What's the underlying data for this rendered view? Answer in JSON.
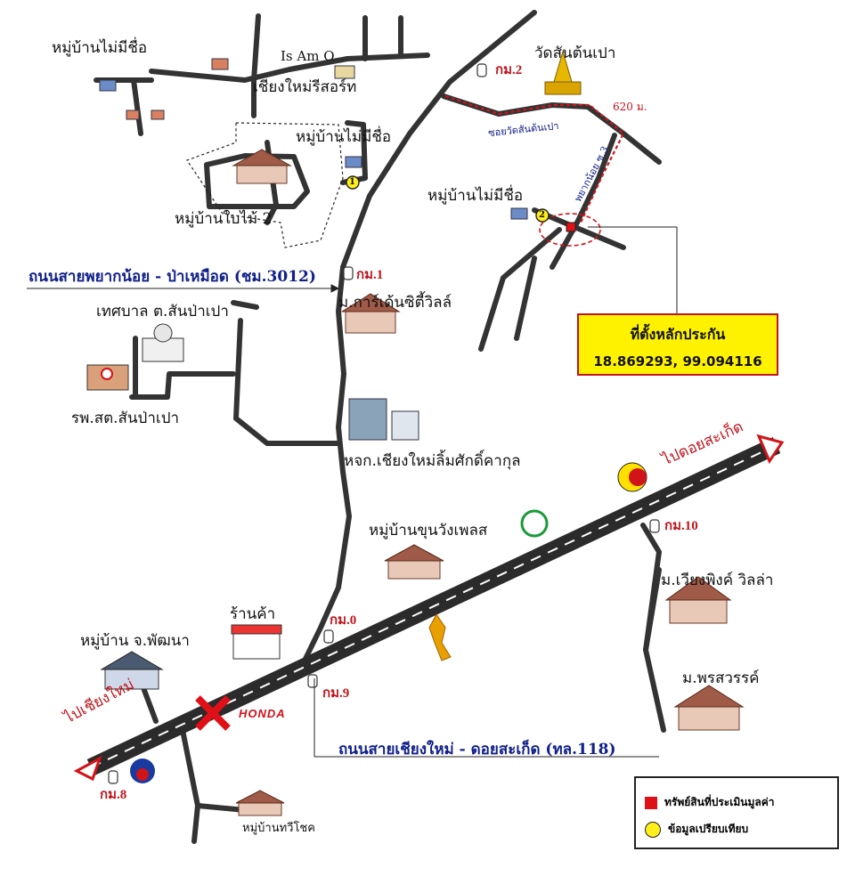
{
  "places": {
    "village_noname_top": "หมู่บ้านไม่มีชื่อ",
    "is_am_o": "Is Am O",
    "resort": "เชียงใหม่รีสอร์ท",
    "wat": "วัดสันต้นเปา",
    "village_noname_mid": "หมู่บ้านไม่มีชื่อ",
    "village_baimai": "หมู่บ้านใบไม้ 2",
    "village_noname_right": "หมู่บ้านไม่มีชื่อ",
    "garden_city": "ม.การ์เด้นซิตี้วิลล์",
    "municipality": "เทศบาล ต.สันป่าเปา",
    "health_station": "รพ.สต.สันป่าเปา",
    "limsakdi": "หจก.เชียงใหม่ลิ้มศักดิ์คากุล",
    "khun_wang": "หมู่บ้านขุนวังเพลส",
    "shop": "ร้านค้า",
    "chor_pattana": "หมู่บ้าน จ.พัฒนา",
    "wiang_ping": "ม.เวียงพิงค์ วิลล่า",
    "porn_sawan": "ม.พรสวรรค์",
    "tawichok": "หมู่บ้านทวีโชค",
    "honda": "HONDA"
  },
  "roads": {
    "soi_wat": "ซอยวัดสันต้นเปา",
    "soi_payak": "พยากน้อย ซ.3",
    "distance": "620 ม.",
    "road_3012": "ถนนสายพยากน้อย - ป่าเหมือด (ชม.3012)",
    "road_118": "ถนนสายเชียงใหม่ - ดอยสะเก็ด (ทล.118)",
    "to_doi_saket": "ไปดอยสะเก็ด",
    "to_chiang_mai": "ไปเชียงใหม่"
  },
  "km_markers": {
    "km2": "กม.2",
    "km1": "กม.1",
    "km0": "กม.0",
    "km9": "กม.9",
    "km10": "กม.10",
    "km8": "กม.8"
  },
  "points": {
    "p1": "1",
    "p2": "2"
  },
  "callout": {
    "title": "ที่ตั้งหลักประกัน",
    "coords": "18.869293, 99.094116"
  },
  "legend": {
    "asset": "ทรัพย์สินที่ประเมินมูลค่า",
    "comparable": "ข้อมูลเปรียบเทียบ"
  },
  "colors": {
    "road": "#333333",
    "highway_center": "#ffffff",
    "route_dash": "#d01418",
    "km_text": "#c0141c",
    "road_name_text": "#10208a",
    "callout_bg": "#fff200",
    "asset_marker": "#e01018",
    "comparable_marker": "#ffef1a"
  }
}
